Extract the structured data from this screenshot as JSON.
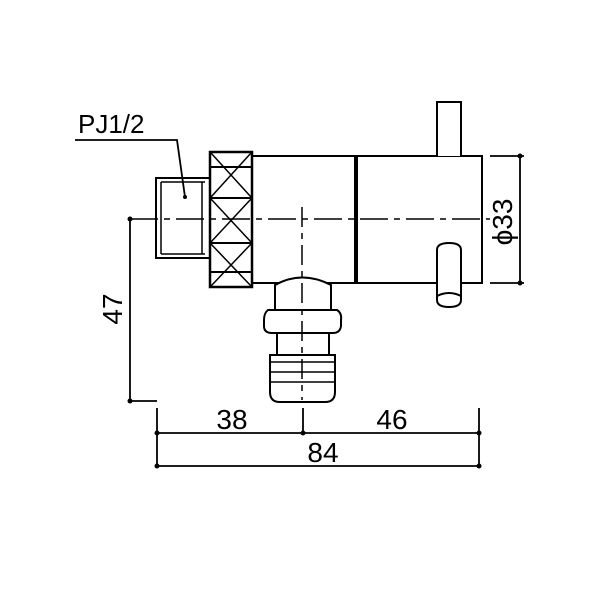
{
  "labels": {
    "thread": "PJ1/2",
    "height": "47",
    "diameter": "ϕ33",
    "left_length": "38",
    "right_length": "46",
    "total_length": "84"
  },
  "colors": {
    "line": "#000000",
    "background": "#ffffff"
  }
}
